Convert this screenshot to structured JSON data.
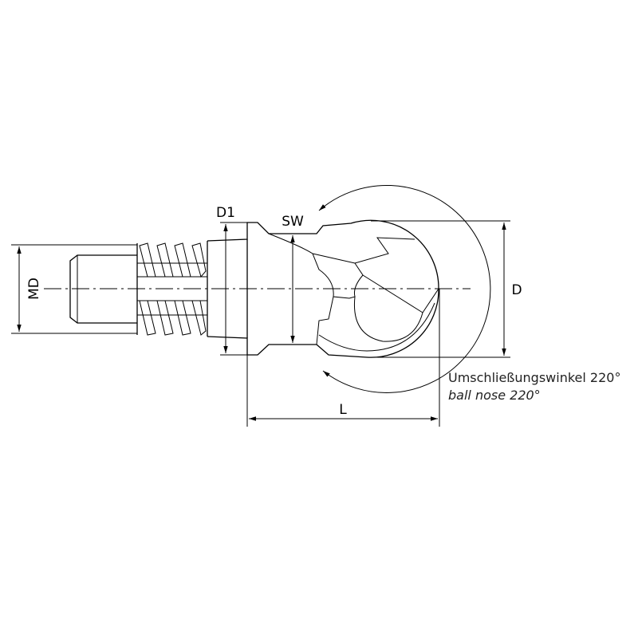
{
  "labels": {
    "md": "MD",
    "d1": "D1",
    "sw": "SW",
    "d": "D",
    "l": "L"
  },
  "note": {
    "de": "Umschließungswinkel 220°",
    "en": "ball nose 220°"
  },
  "colors": {
    "line": "#000000",
    "background": "#ffffff"
  }
}
